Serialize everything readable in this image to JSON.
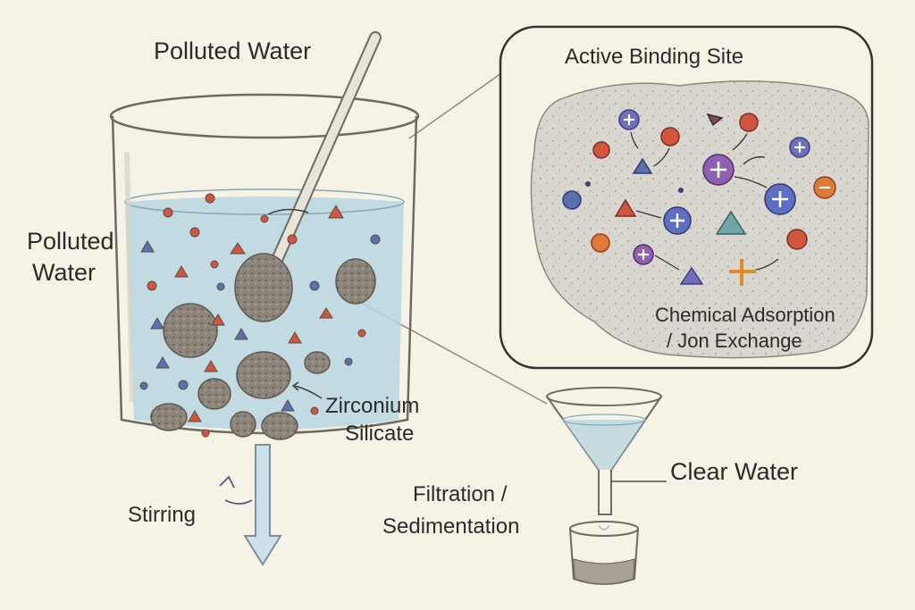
{
  "labels": {
    "polluted_water_top": "Polluted Water",
    "polluted_water_side_line1": "Polluted",
    "polluted_water_side_line2": "Water",
    "active_binding_site": "Active Binding Site",
    "chem_line1": "Chemical Adsorption",
    "chem_line2": "/ Jon Exchange",
    "zirconium_line1": "Zirconium",
    "zirconium_line2": "Silicate",
    "stirring": "Stirring",
    "filtration_line1": "Filtration /",
    "filtration_line2": "Sedimentation",
    "clear_water": "Clear Water"
  },
  "colors": {
    "background": "#f6f2e6",
    "water": "#b9d6e0",
    "particle_grey": "#8a8178",
    "positive_ion": "#8a6fc0",
    "negative_ion": "#e07a3a",
    "red_particle": "#d2553f",
    "blue_particle": "#5c6fae"
  },
  "icons": [
    "stirring-rod-icon",
    "beaker-icon",
    "funnel-icon",
    "collection-cup-icon",
    "magnifier-callout-icon"
  ]
}
